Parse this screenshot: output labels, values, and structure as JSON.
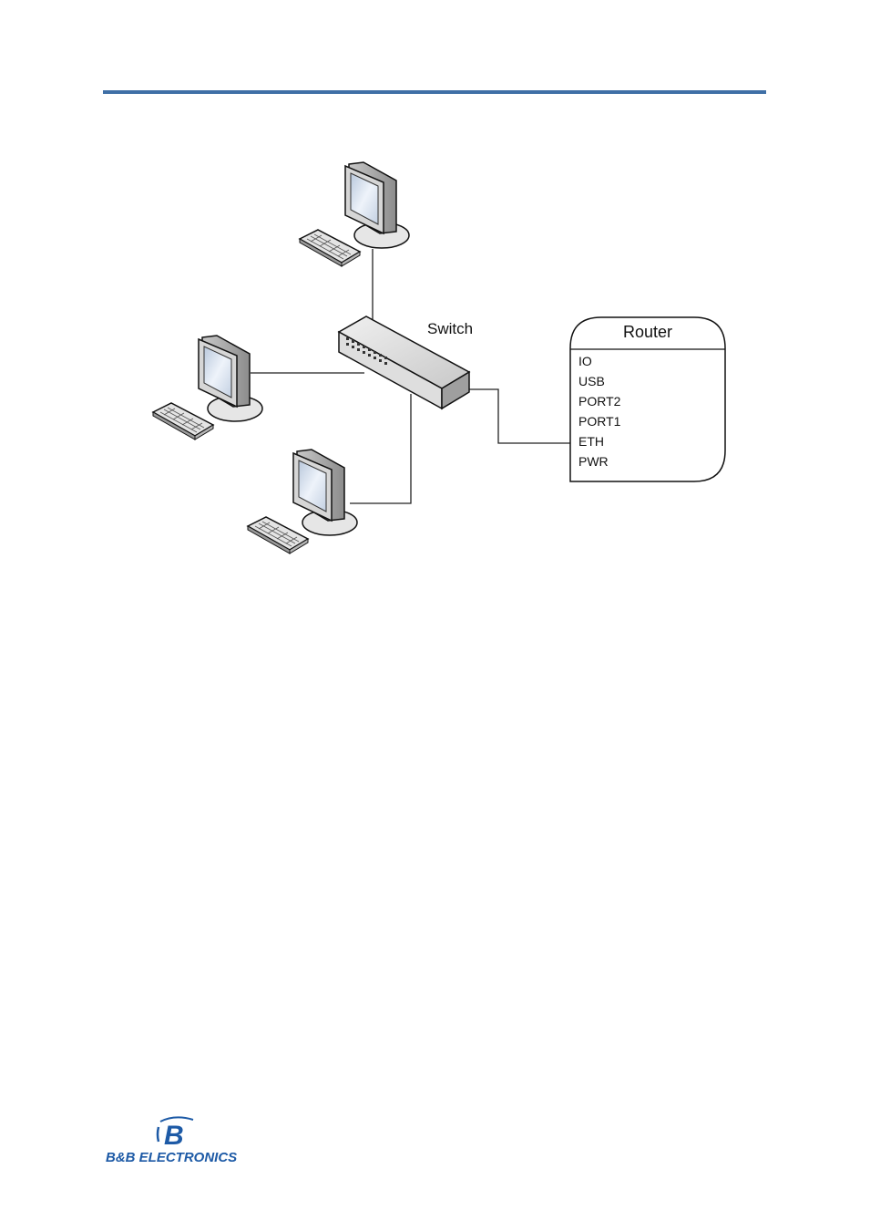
{
  "diagram": {
    "switch_label": "Switch",
    "router": {
      "title": "Router",
      "ports": [
        "IO",
        "USB",
        "PORT2",
        "PORT1",
        "ETH",
        "PWR"
      ]
    }
  },
  "logo": {
    "text": "B&B ELECTRONICS",
    "mark": "B",
    "color": "#1d5aa6"
  },
  "colors": {
    "rule": "#3f6fa6",
    "brand": "#1d5aa6"
  }
}
